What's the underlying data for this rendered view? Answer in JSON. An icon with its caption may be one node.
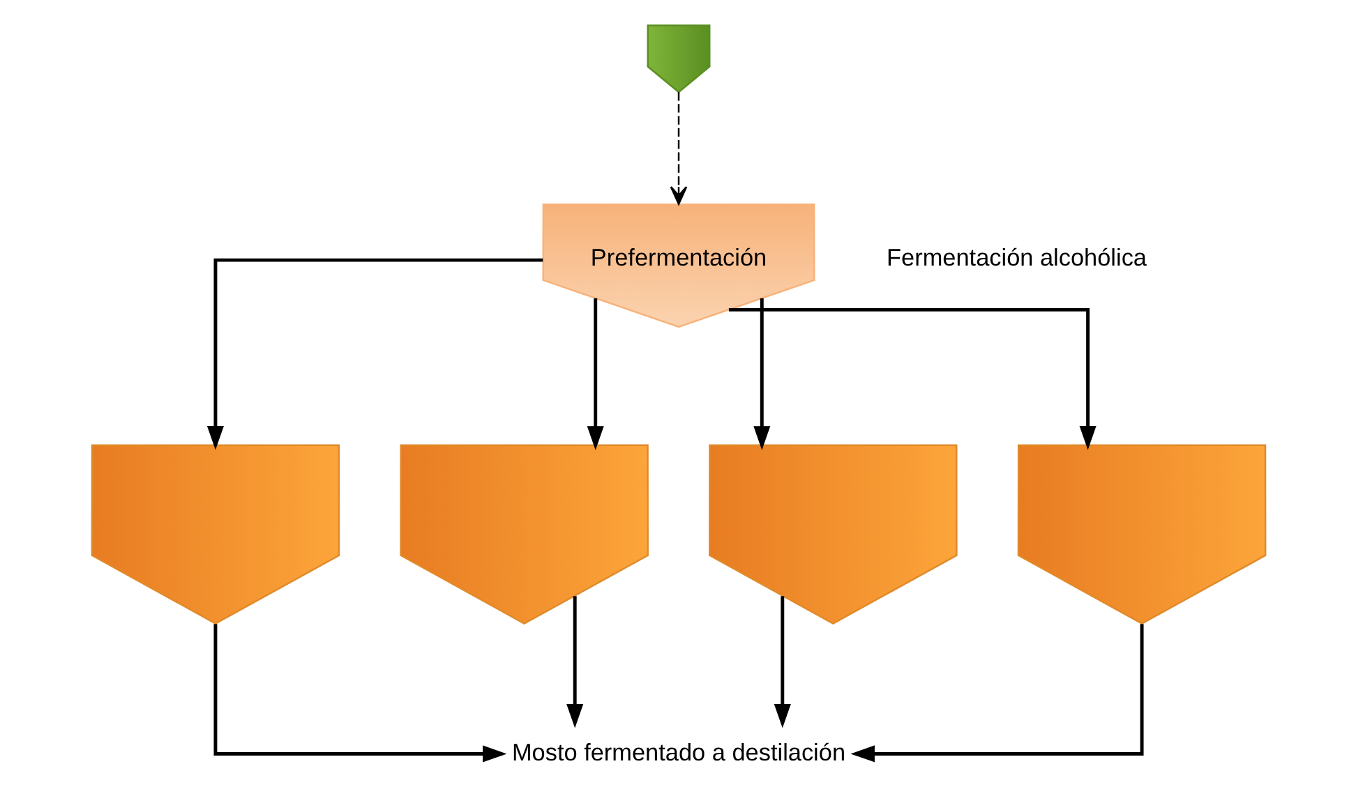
{
  "diagram": {
    "nodes": [
      {
        "text": [],
        "shape": "tank"
      },
      {
        "text": [
          "Prefermentación"
        ]
      },
      {
        "text": [],
        "shape": "tank"
      },
      {
        "text": [],
        "shape": "tank"
      },
      {
        "text": [],
        "shape": "tank"
      },
      {
        "text": [],
        "shape": "tank"
      },
      {
        "text": [
          "Mosto fermentado a destilación"
        ]
      }
    ],
    "edges": [
      {
        "from": 0,
        "to": 1,
        "arrow": "to",
        "style": "dashed"
      },
      {
        "from": 1,
        "to": 2,
        "arrow": "to"
      },
      {
        "from": 1,
        "to": 3,
        "arrow": "to"
      },
      {
        "from": 1,
        "to": 4,
        "arrow": "to"
      },
      {
        "from": 1,
        "to": 5,
        "arrow": "to"
      },
      {
        "from": 2,
        "to": 6,
        "arrow": "to"
      },
      {
        "from": 3,
        "to": 6,
        "arrow": "to"
      },
      {
        "from": 4,
        "to": 6,
        "arrow": "to"
      },
      {
        "from": 5,
        "to": 6,
        "arrow": "to"
      }
    ],
    "labels": [
      "Fermentación alcohólica"
    ]
  }
}
